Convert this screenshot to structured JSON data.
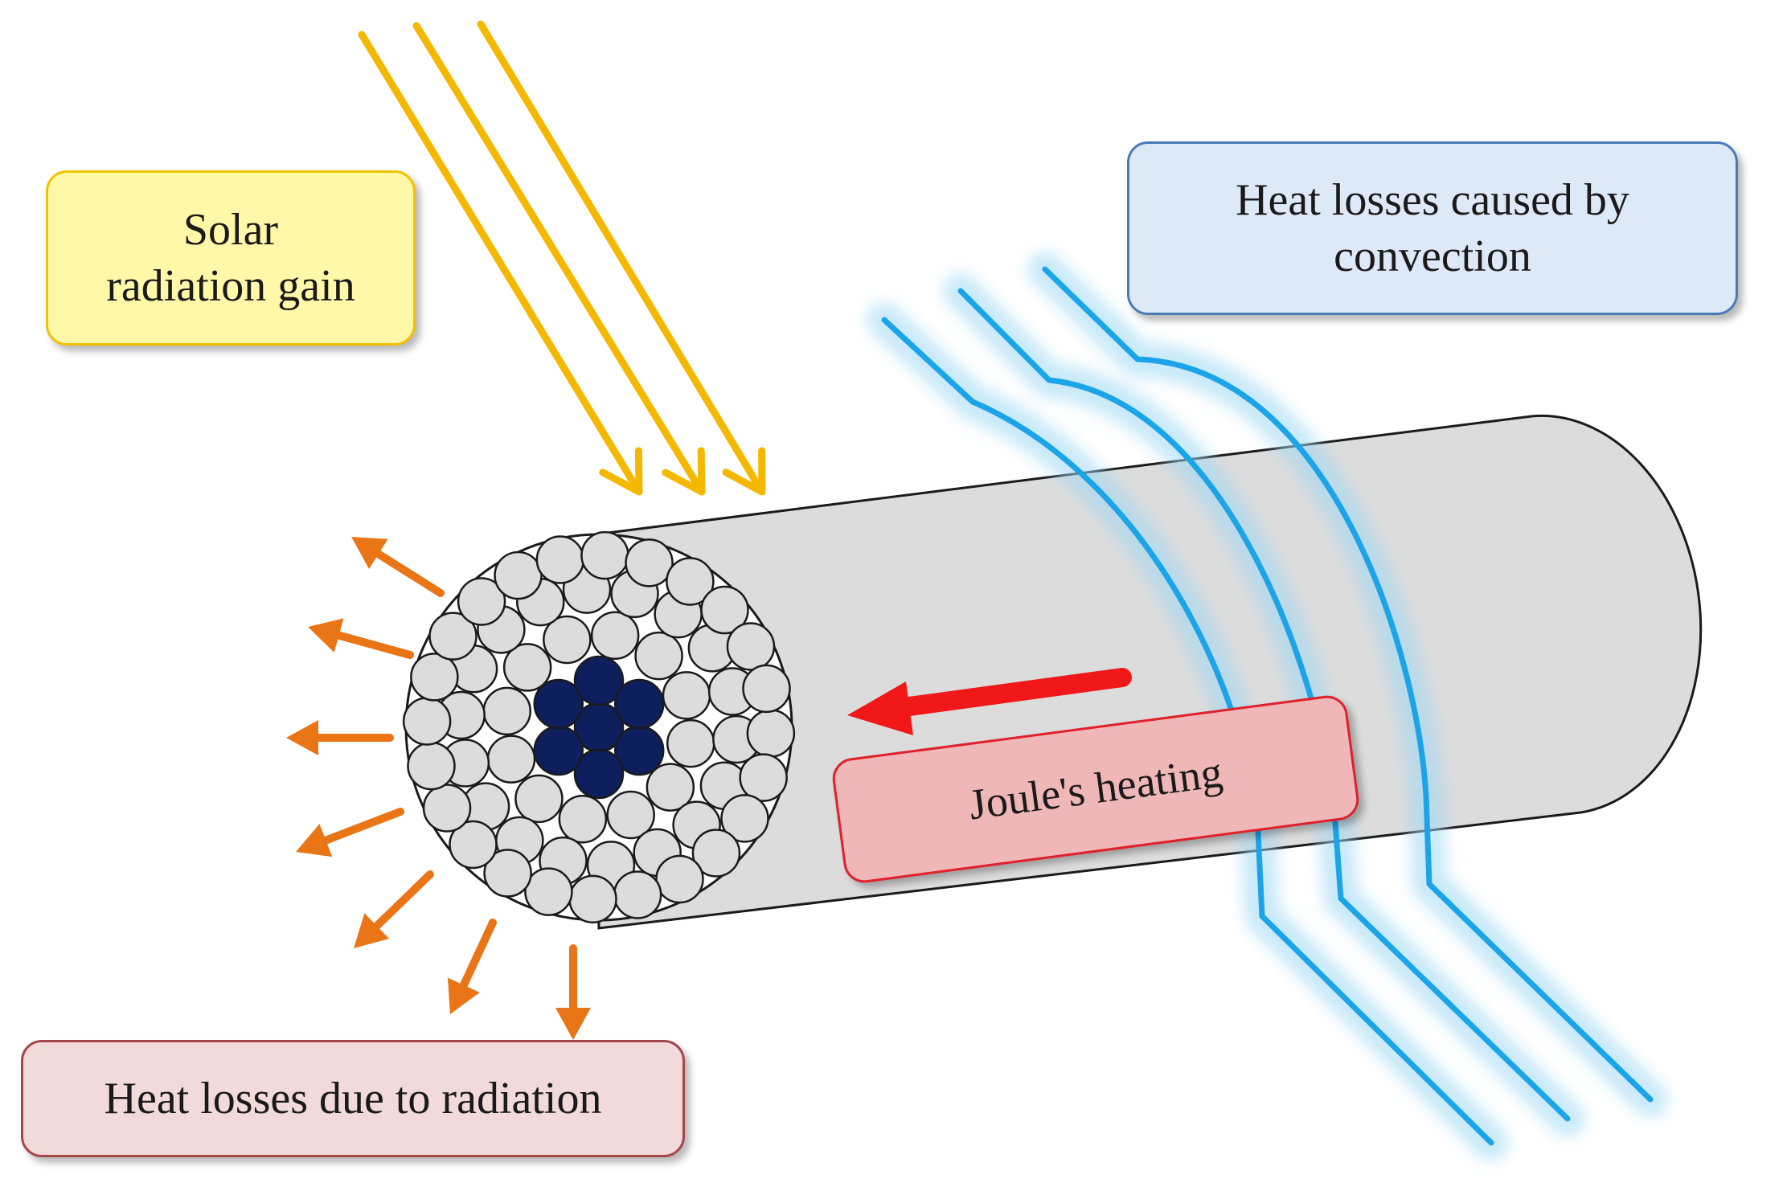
{
  "labels": {
    "solar": "Solar\nradiation gain",
    "convection": "Heat losses caused by\nconvection",
    "joule": "Joule's heating",
    "radiation": "Heat losses due to radiation"
  },
  "colors": {
    "solar_fill": "#fff8a8",
    "solar_border": "#f2c200",
    "convection_fill": "#dde9f6",
    "convection_border": "#4a7ab8",
    "joule_fill": "#efb7b7",
    "joule_border": "#e0202a",
    "radiation_fill": "#f3dada",
    "radiation_border": "#a4454a",
    "solar_ray": "#f5b800",
    "radiation_arrow": "#e97517",
    "convection_flow": "#1ba4e8",
    "current_arrow": "#f01818",
    "conductor_body": "#dcdcdc",
    "strand_outer": "#dcdcdc",
    "strand_core": "#0d1f5c"
  },
  "icons": {
    "solar": "sun-ray-arrow-icon",
    "radiation": "radiation-arrow-icon",
    "convection": "convection-flow-icon",
    "current": "current-arrow-icon"
  }
}
